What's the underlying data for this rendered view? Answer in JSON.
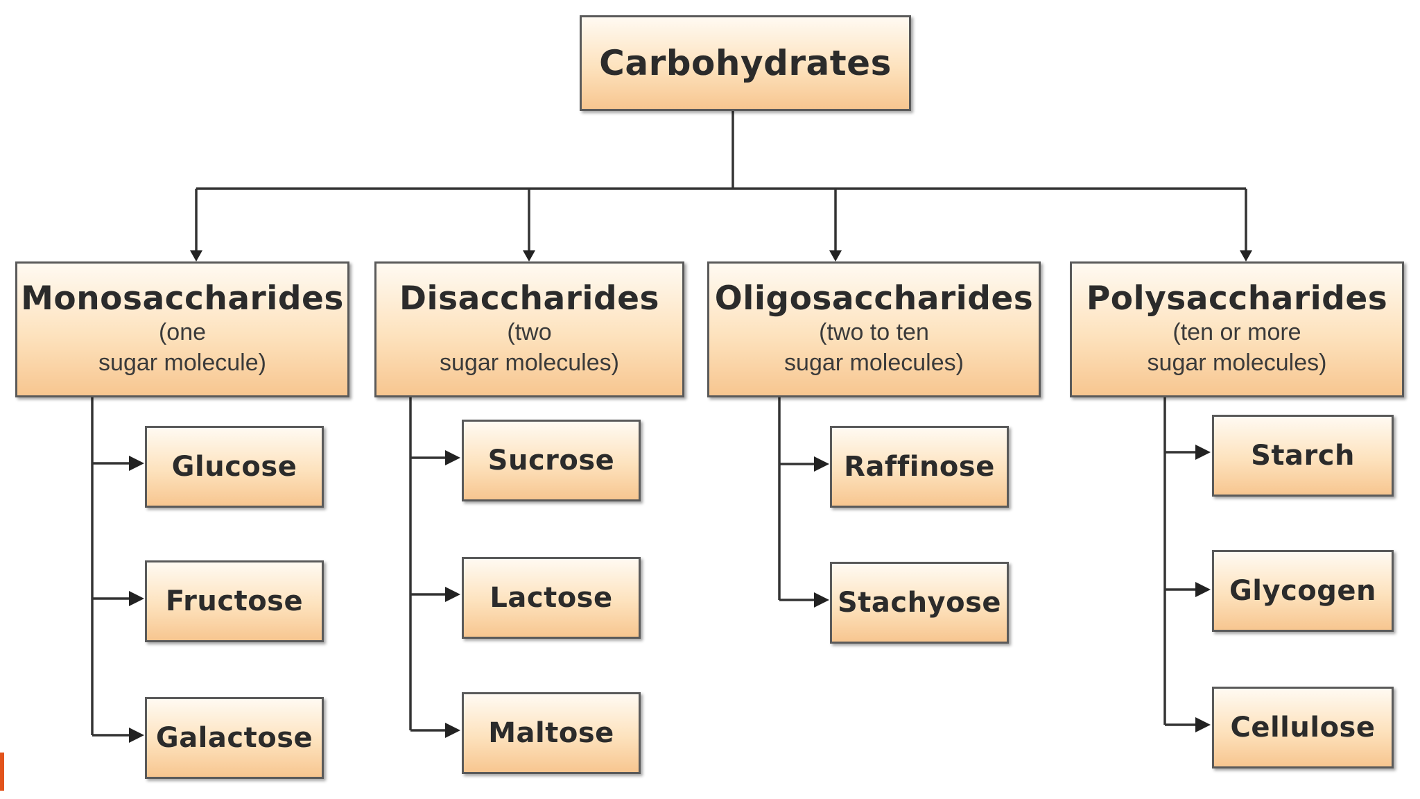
{
  "diagram": {
    "root": {
      "label": "Carbohydrates"
    },
    "categories": [
      {
        "title": "Monosaccharides",
        "description_line1": "(one",
        "description_line2": "sugar molecule)",
        "examples": [
          "Glucose",
          "Fructose",
          "Galactose"
        ]
      },
      {
        "title": "Disaccharides",
        "description_line1": "(two",
        "description_line2": "sugar molecules)",
        "examples": [
          "Sucrose",
          "Lactose",
          "Maltose"
        ]
      },
      {
        "title": "Oligosaccharides",
        "description_line1": "(two to ten",
        "description_line2": "sugar molecules)",
        "examples": [
          "Raffinose",
          "Stachyose"
        ]
      },
      {
        "title": "Polysaccharides",
        "description_line1": "(ten or more",
        "description_line2": "sugar molecules)",
        "examples": [
          "Starch",
          "Glycogen",
          "Cellulose"
        ]
      }
    ]
  },
  "colors": {
    "box_fill_top": "#fffaf2",
    "box_fill_bottom": "#f7c690",
    "box_border": "#5a5a5a",
    "connector": "#333333",
    "text": "#2b2b2b",
    "edge_accent": "#e2531c"
  }
}
